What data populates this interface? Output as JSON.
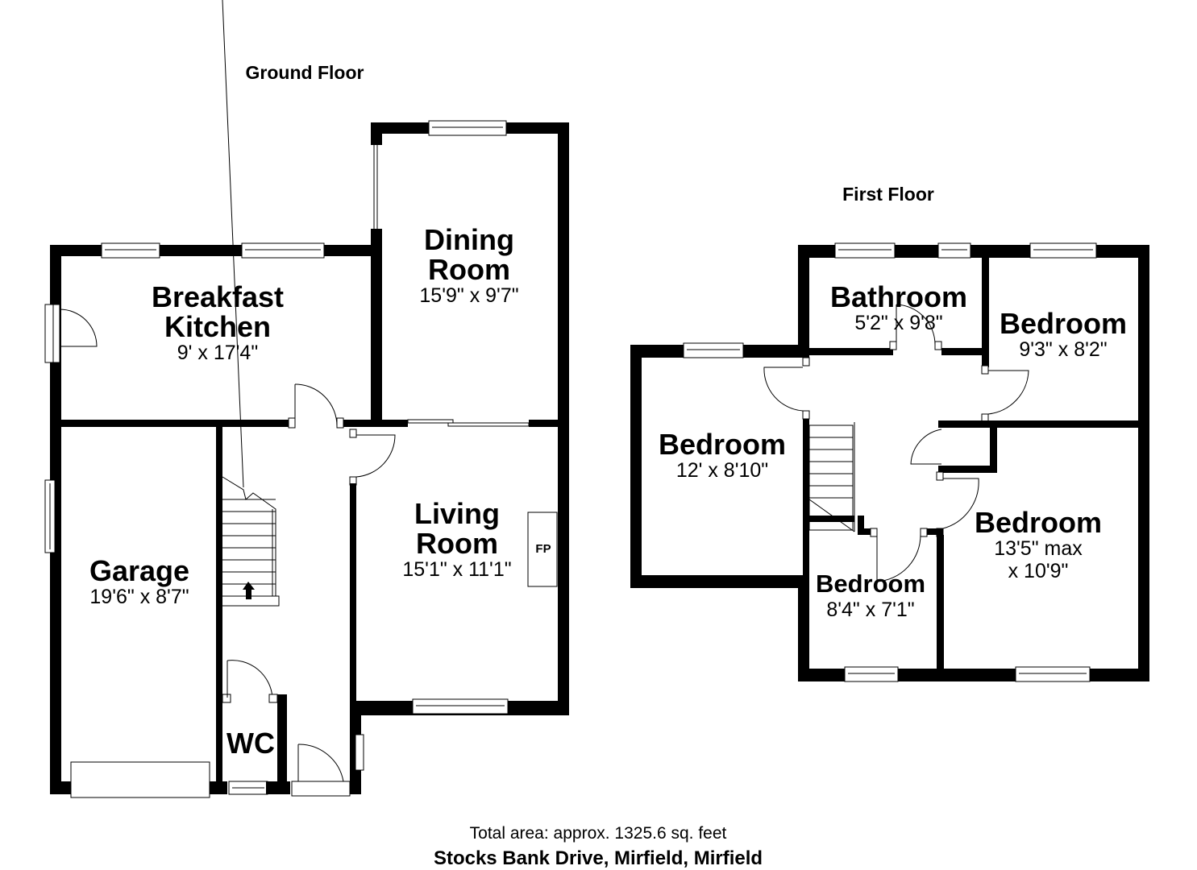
{
  "ground_floor": {
    "title": "Ground Floor",
    "rooms": [
      {
        "name": "Breakfast\nKitchen",
        "line1": "Breakfast",
        "line2": "Kitchen",
        "dimensions": "9' x 17'4\""
      },
      {
        "name": "Dining Room",
        "line1": "Dining",
        "line2": "Room",
        "dimensions": "15'9\" x 9'7\""
      },
      {
        "name": "Living Room",
        "line1": "Living",
        "line2": "Room",
        "dimensions": "15'1\" x 11'1\""
      },
      {
        "name": "Garage",
        "line1": "Garage",
        "dimensions": "19'6\" x 8'7\""
      },
      {
        "name": "WC",
        "line1": "WC"
      }
    ],
    "fireplace_label": "FP"
  },
  "first_floor": {
    "title": "First Floor",
    "rooms": [
      {
        "name": "Bathroom",
        "line1": "Bathroom",
        "dimensions": "5'2\" x 9'8\""
      },
      {
        "name": "Bedroom",
        "line1": "Bedroom",
        "dimensions": "9'3\" x 8'2\""
      },
      {
        "name": "Bedroom",
        "line1": "Bedroom",
        "dimensions": "12' x 8'10\""
      },
      {
        "name": "Bedroom",
        "line1": "Bedroom",
        "dimensions": "13'5\" max",
        "dimensions2": "x 10'9\""
      },
      {
        "name": "Bedroom",
        "line1": "Bedroom",
        "dimensions": "8'4\" x 7'1\""
      }
    ]
  },
  "footer": {
    "total_area": "Total area: approx. 1325.6 sq. feet",
    "address": "Stocks Bank Drive, Mirfield, Mirfield"
  }
}
